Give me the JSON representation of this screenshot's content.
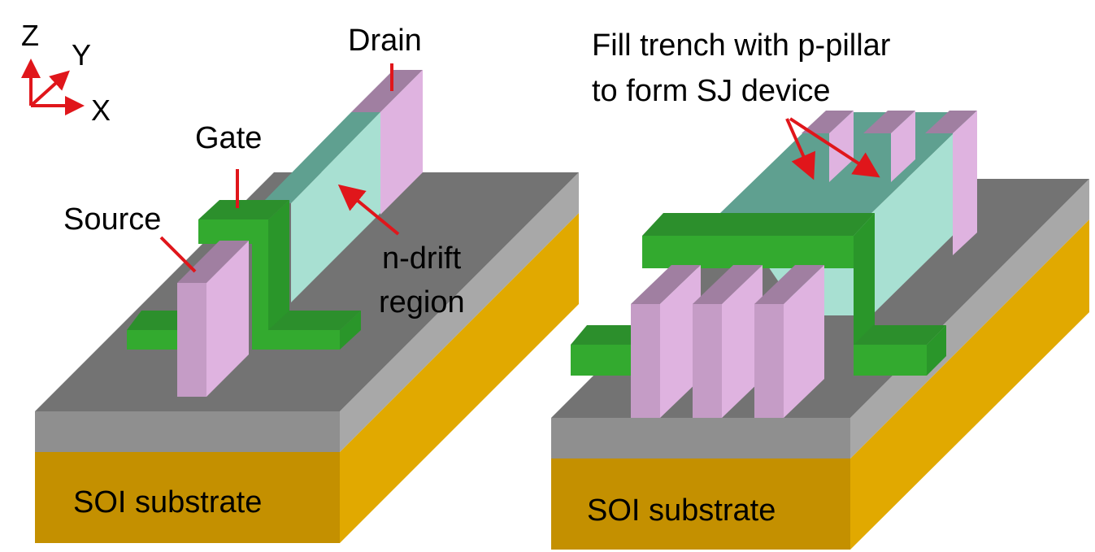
{
  "axes": {
    "z": "Z",
    "y": "Y",
    "x": "X"
  },
  "left_device": {
    "labels": {
      "drain": "Drain",
      "gate": "Gate",
      "source": "Source",
      "drift_line1": "n-drift",
      "drift_line2": "region",
      "substrate": "SOI substrate"
    }
  },
  "right_device": {
    "labels": {
      "caption_line1": "Fill trench with p-pillar",
      "caption_line2": "to form SJ device",
      "substrate": "SOI substrate"
    }
  },
  "colors": {
    "substrate_front": "#c49000",
    "substrate_side": "#e1a900",
    "box_front": "#8f8f8f",
    "box_side": "#a8a8a8",
    "top_surface": "#737373",
    "gate_top": "#2c8f2c",
    "gate_front": "#33aa2f",
    "gate_side": "#2a962a",
    "pillar_front": "#c59cc6",
    "pillar_side": "#dfb3e0",
    "pillar_top": "#a07fa1",
    "drift_side": "#a8e0d2",
    "drift_top": "#5fa090",
    "arrow": "#e0161b"
  }
}
